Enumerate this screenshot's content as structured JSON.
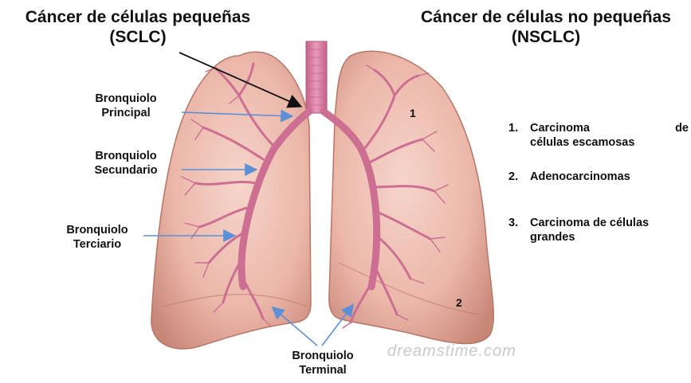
{
  "titles": {
    "left_line1": "Cáncer de células pequeñas",
    "left_line2": "(SCLC)",
    "right_line1": "Cáncer de células no pequeñas",
    "right_line2": "(NSCLC)"
  },
  "labels": {
    "principal_1": "Bronquiolo",
    "principal_2": "Principal",
    "secundario_1": "Bronquiolo",
    "secundario_2": "Secundario",
    "terciario_1": "Bronquiolo",
    "terciario_2": "Terciario",
    "terminal_1": "Bronquiolo",
    "terminal_2": "Terminal"
  },
  "markers": {
    "m1": "1",
    "m2": "2"
  },
  "types": [
    {
      "n": "1.",
      "a": "Carcinoma",
      "b": "de",
      "c": "células escamosas"
    },
    {
      "n": "2.",
      "a": "Adenocarcinomas"
    },
    {
      "n": "3.",
      "a": "Carcinoma de células",
      "c": "grandes"
    }
  ],
  "watermark": "dreamstime.com",
  "colors": {
    "lung": "#e8b3a6",
    "trachea": "#d8799b",
    "arrow": "#5b8fd6",
    "text": "#111111"
  }
}
